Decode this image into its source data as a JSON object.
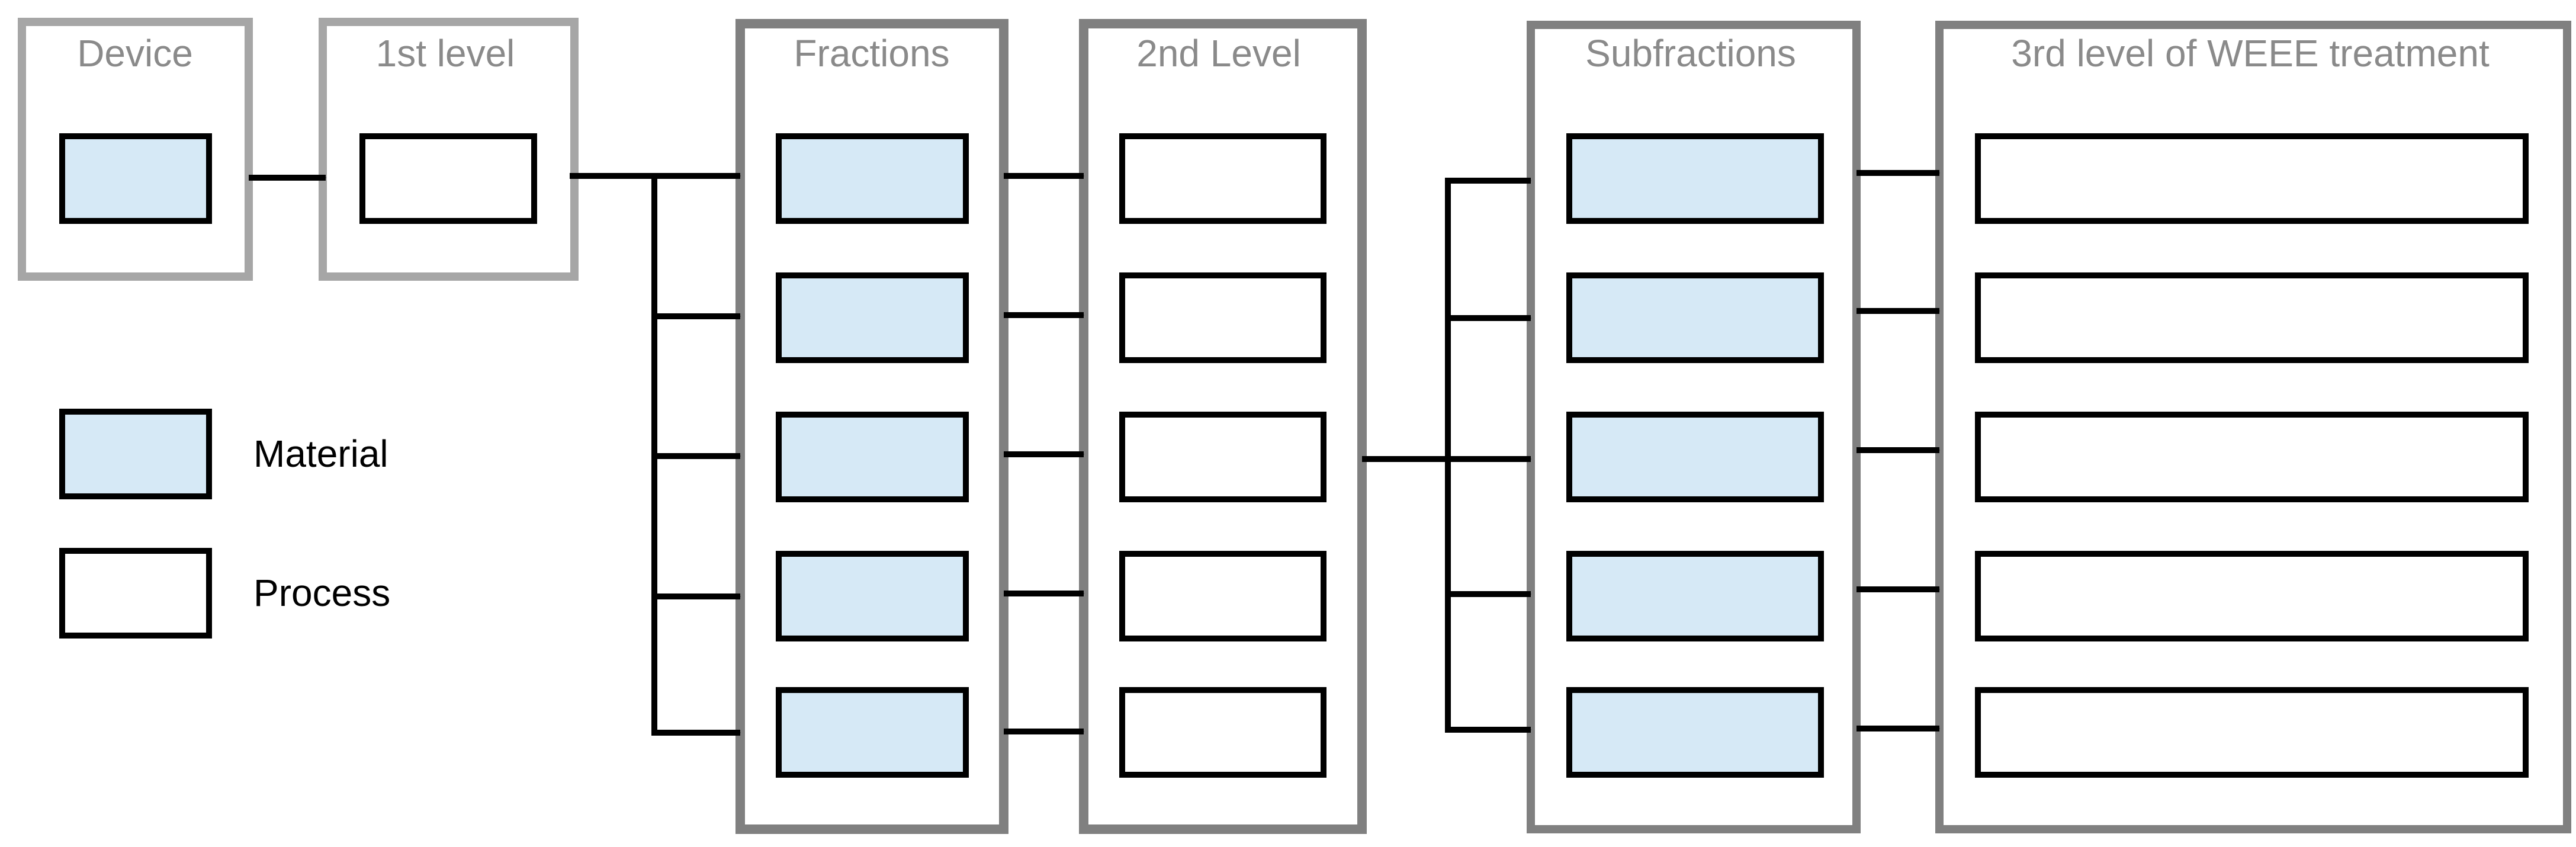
{
  "diagram": {
    "groups": {
      "device": "Device",
      "level1": "1st level",
      "fractions": "Fractions",
      "level2": "2nd Level",
      "subfractions": "Subfractions",
      "level3": "3rd level of WEEE treatment"
    },
    "legend": {
      "material": "Material",
      "process": "Process"
    },
    "colors": {
      "material_fill": "#d6e9f6",
      "process_fill": "#ffffff",
      "box_stroke": "#000000",
      "frame_light": "#a6a6a6",
      "frame_dark": "#808080",
      "title_text": "#8a8a8a"
    }
  }
}
